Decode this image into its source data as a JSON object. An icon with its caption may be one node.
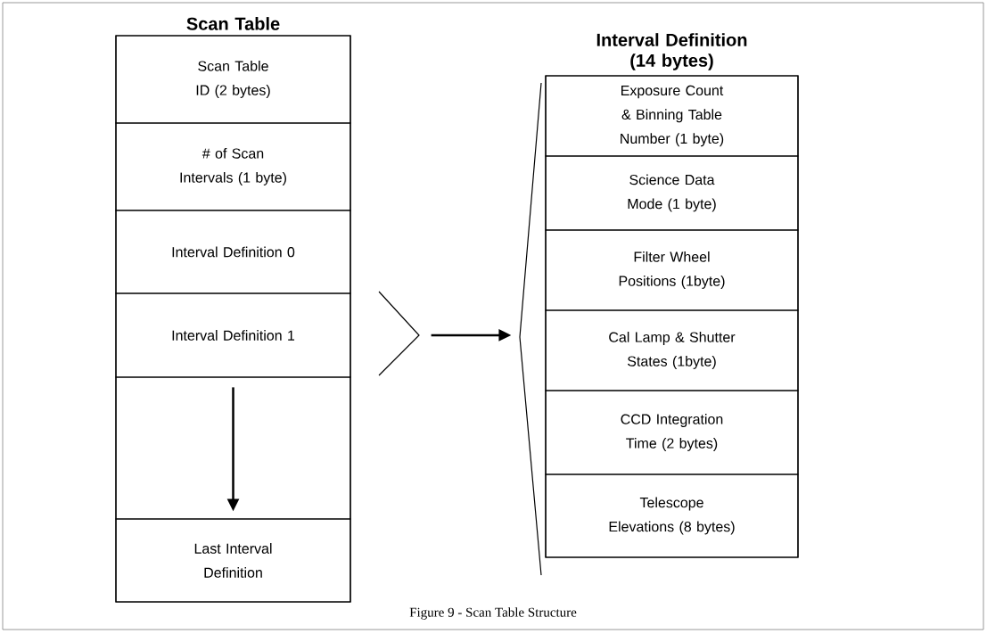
{
  "diagram": {
    "caption": "Figure 9 - Scan Table Structure",
    "nodes": [
      {
        "text": [
          "Scan Table"
        ]
      },
      {
        "text": [
          "Scan Table ID (2 bytes)"
        ],
        "in": 0
      },
      {
        "text": [
          "# of Scan Intervals (1 byte)"
        ],
        "in": 0
      },
      {
        "text": [
          "Interval Definition 0"
        ],
        "in": 0
      },
      {
        "text": [
          "Interval Definition 1"
        ],
        "in": 0
      },
      {
        "text": [],
        "shape": "box",
        "in": 0
      },
      {
        "text": [
          "Last Interval Definition"
        ],
        "in": 0
      },
      {
        "text": [
          "Interval Definition (14 bytes)"
        ]
      },
      {
        "text": [
          "Exposure Count & Binning Table Number (1 byte)"
        ],
        "in": 7
      },
      {
        "text": [
          "Science Data Mode (1 byte)"
        ],
        "in": 7
      },
      {
        "text": [
          "Filter Wheel Positions (1byte)"
        ],
        "in": 7
      },
      {
        "text": [
          "Cal Lamp & Shutter States (1byte)"
        ],
        "in": 7
      },
      {
        "text": [
          "CCD Integration Time (2 bytes)"
        ],
        "in": 7
      },
      {
        "text": [
          "Telescope Elevations (8 bytes)"
        ],
        "in": 7
      }
    ],
    "edges": [
      {
        "from": 4,
        "to": 7,
        "arrow": "to"
      },
      {
        "from": 5,
        "to": 6,
        "arrow": "to"
      }
    ]
  }
}
